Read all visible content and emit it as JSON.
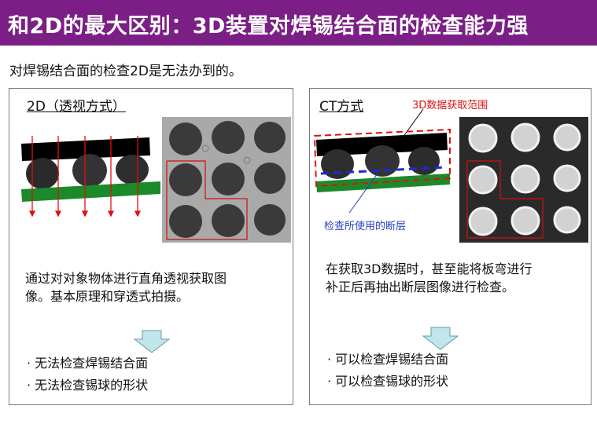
{
  "header": {
    "title": "和2D的最大区别：3D装置对焊锡结合面的检查能力强"
  },
  "intro": "对焊锡结合面的检查2D是无法办到的。",
  "left_panel": {
    "title": "2D（透视方式）",
    "description": [
      "通过对对象物体进行直角透视获取图",
      "像。基本原理和穿透式拍摄。"
    ],
    "bullets": [
      "· 无法检查焊锡结合面",
      "· 无法检查锡球的形状"
    ]
  },
  "right_panel": {
    "title": "CT方式",
    "range_label": "3D数据获取范围",
    "slice_label": "检查所使用的断层",
    "description": [
      "在获取3D数据时，甚至能将板弯进行",
      "补正后再抽出断层图像进行检查。"
    ],
    "bullets": [
      "· 可以检查焊锡结合面",
      "· 可以检查锡球的形状"
    ]
  },
  "colors": {
    "header_bg": "#7b1f86",
    "accent_red": "#e01010",
    "slice_blue": "#1a2bd6",
    "substrate_green": "#1b8a2a",
    "arrow_fill": "#bfe6ea"
  },
  "icons": [
    "down-arrow-icon",
    "xray-arrow-icon"
  ]
}
